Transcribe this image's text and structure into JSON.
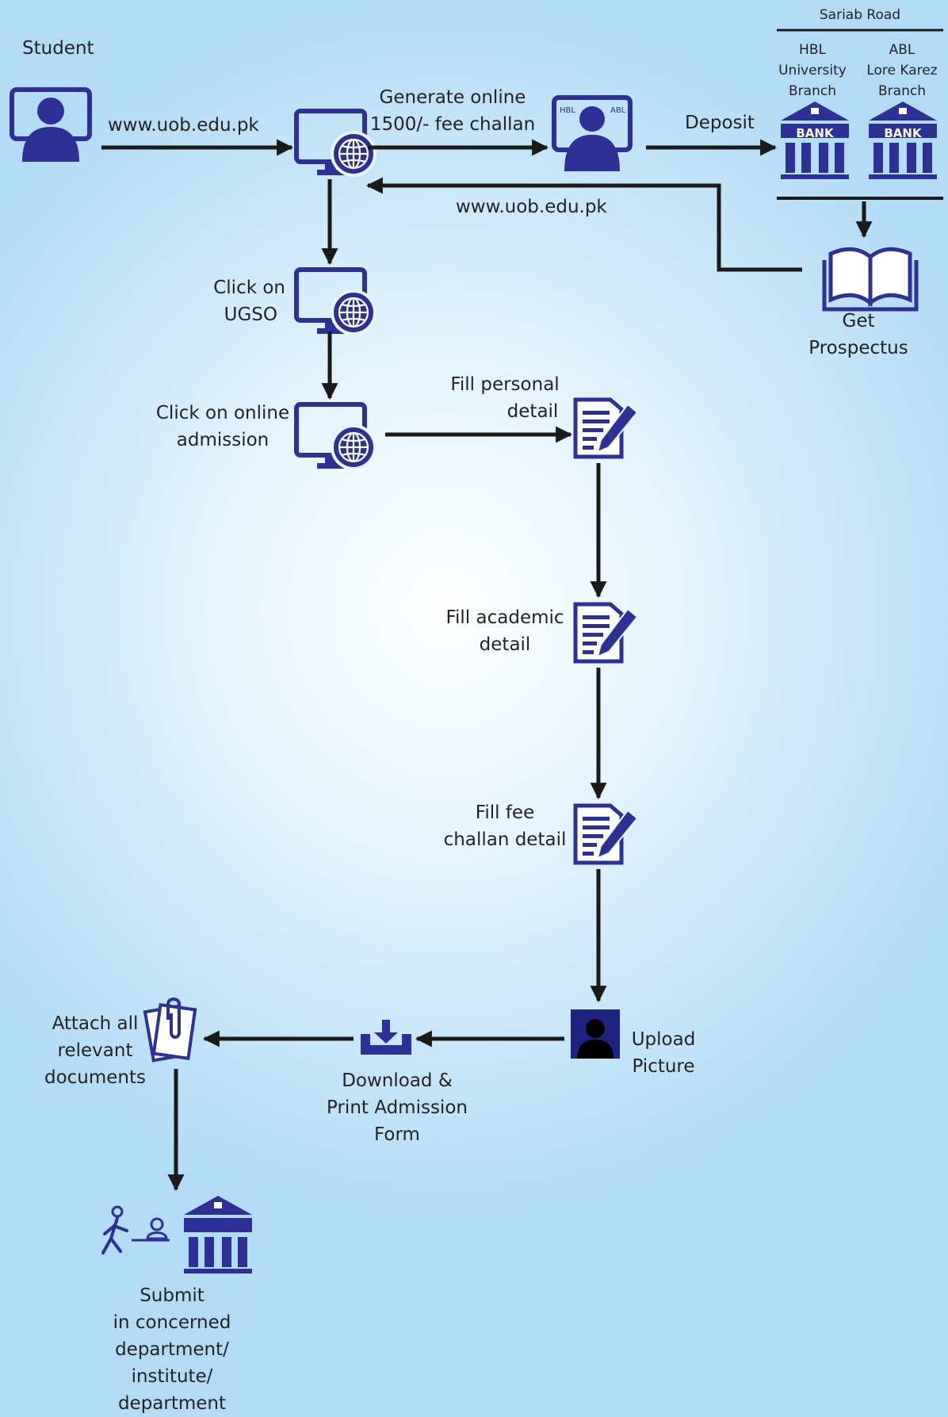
{
  "colors": {
    "icon": "#2d3195",
    "icon_dark": "#1f2380",
    "arrow": "#1a1a1a",
    "text": "#232323",
    "background_center": "#ffffff",
    "background_edge": "#b2dcf6"
  },
  "top": {
    "student_label": "Student",
    "url_label": "www.uob.edu.pk",
    "generate_line1": "Generate online",
    "generate_line2": "1500/- fee challan",
    "screen_hbl": "HBL",
    "screen_abl": "ABL",
    "deposit_label": "Deposit",
    "return_url_label": "www.uob.edu.pk"
  },
  "banks": {
    "road_label": "Sariab Road",
    "hbl_line1": "HBL",
    "hbl_line2": "University",
    "hbl_line3": "Branch",
    "abl_line1": "ABL",
    "abl_line2": "Lore Karez",
    "abl_line3": "Branch",
    "bank_sign": "BANK"
  },
  "prospectus": {
    "line1": "Get",
    "line2": "Prospectus"
  },
  "steps": {
    "ugso_line1": "Click on",
    "ugso_line2": "UGSO",
    "online_line1": "Click on online",
    "online_line2": "admission",
    "personal_line1": "Fill personal",
    "personal_line2": "detail",
    "academic_line1": "Fill academic",
    "academic_line2": "detail",
    "fee_line1": "Fill fee",
    "fee_line2": "challan detail",
    "upload_line1": "Upload",
    "upload_line2": "Picture",
    "download_line1": "Download &",
    "download_line2": "Print Admission",
    "download_line3": "Form",
    "attach_line1": "Attach all",
    "attach_line2": "relevant",
    "attach_line3": "documents",
    "submit_line1": "Submit",
    "submit_line2": "in concerned",
    "submit_line3": "department/",
    "submit_line4": "institute/",
    "submit_line5": "department"
  },
  "icons": {
    "student": "person-monitor-icon",
    "web": "web-monitor-icon",
    "challan_screen": "challan-monitor-icon",
    "bank": "bank-icon",
    "prospectus": "open-book-icon",
    "form": "form-edit-icon",
    "picture": "profile-picture-icon",
    "download": "download-tray-icon",
    "documents": "paperclip-documents-icon",
    "submit": "person-walking-desk-icon"
  }
}
